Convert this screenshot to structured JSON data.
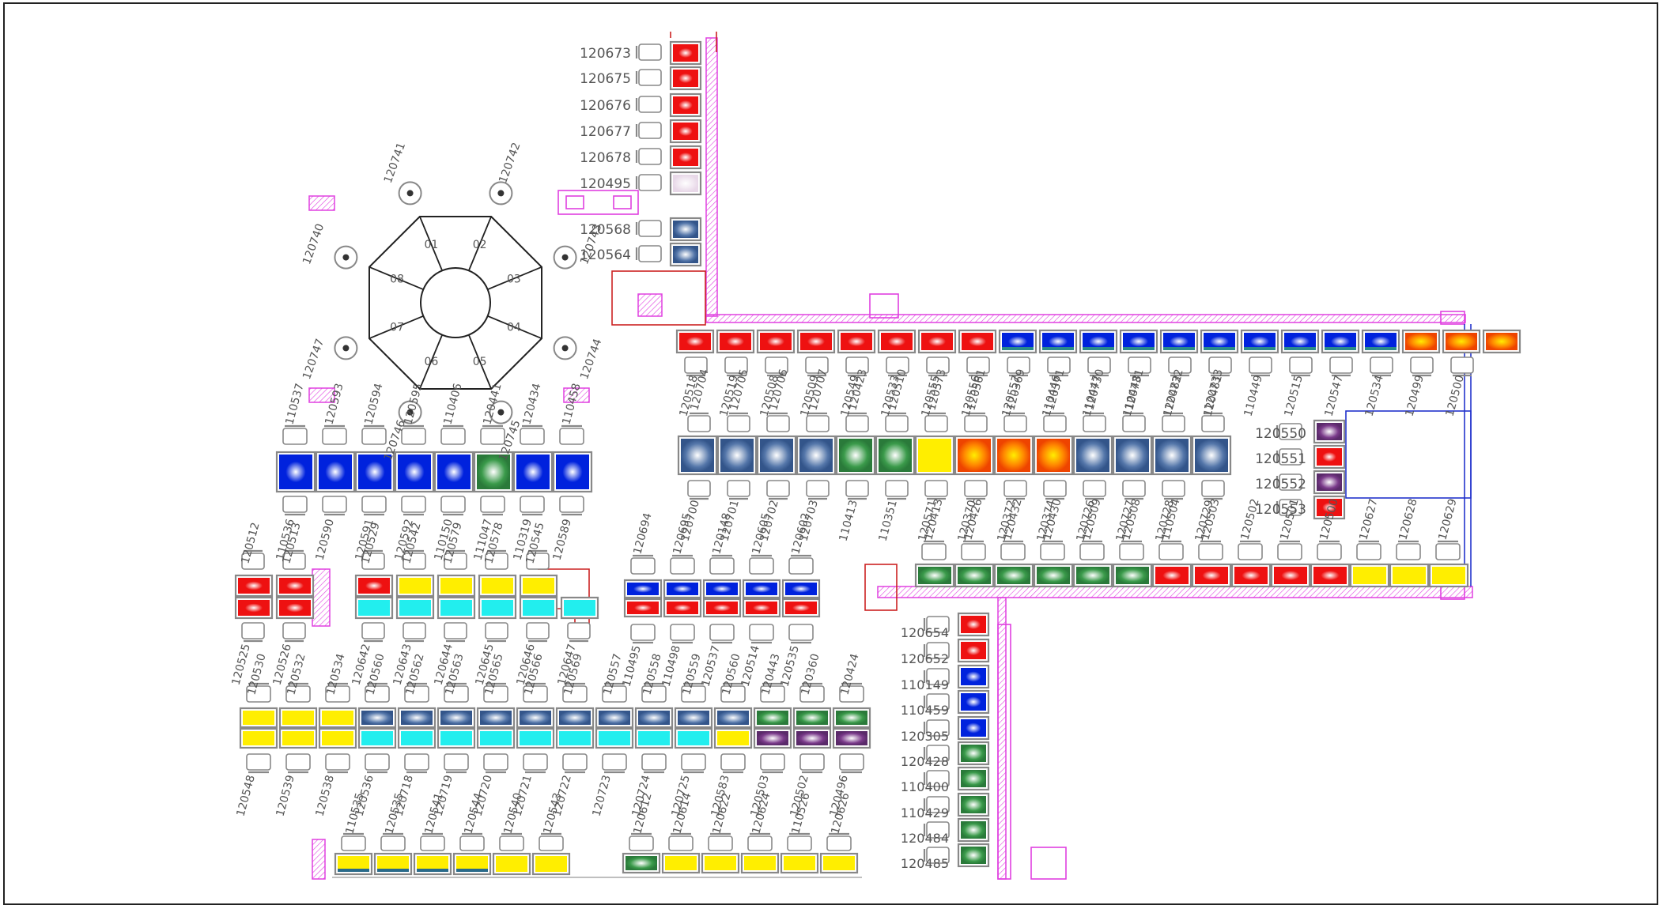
{
  "colors": {
    "wall": "#e040e0",
    "red_line": "#cc2222",
    "blue_line": "#2233cc",
    "seat": "#888888",
    "blue": "#0022dd",
    "red": "#ee1111",
    "green": "#3a9a4a",
    "yellow": "#ffee00",
    "cyan": "#22eeee",
    "purple": "#7a3a8a",
    "magenta": "#ff22dd",
    "orange": "#ff8800",
    "steel": "#5577aa"
  },
  "left_column": {
    "labels": [
      "120673",
      "120675",
      "120676",
      "120677",
      "120678",
      "120495",
      "120568",
      "120564"
    ],
    "fills": [
      "red",
      "red",
      "red",
      "red",
      "red",
      "white",
      "steel",
      "steel"
    ]
  },
  "round_table": {
    "segments": [
      "01",
      "02",
      "03",
      "04",
      "05",
      "06",
      "07",
      "08"
    ],
    "seats": [
      "120741",
      "120742",
      "120743",
      "120744",
      "120745",
      "120746",
      "120747",
      "120740"
    ]
  },
  "top_row": {
    "fills": [
      "red",
      "red",
      "red",
      "red",
      "red",
      "red",
      "red",
      "red",
      "blue",
      "blue",
      "blue",
      "blue",
      "blue",
      "blue",
      "blue",
      "blue",
      "blue",
      "blue",
      "orange",
      "orange",
      "orange"
    ],
    "labels": [
      "120518",
      "120519",
      "120508",
      "120509",
      "120549",
      "120533",
      "120555",
      "120556",
      "120557",
      "110446",
      "110447",
      "110448",
      "120482",
      "120481",
      "110449",
      "120515",
      "120547",
      "120534",
      "120499",
      "120500"
    ]
  },
  "mid_right": {
    "top_labels": [
      "120704",
      "120705",
      "120706",
      "120707",
      "120423",
      "120510",
      "120573",
      "120561",
      "120369",
      "120371",
      "120730",
      "120731",
      "120732",
      "120733"
    ],
    "bottom_labels": [
      "120700",
      "120701",
      "120702",
      "120703",
      "110413",
      "110351",
      "120571",
      "120370",
      "120372",
      "120374",
      "120726",
      "120727",
      "120728",
      "120729"
    ],
    "fills": [
      "steel",
      "steel",
      "steel",
      "steel",
      "green",
      "green",
      "yellow",
      "orange",
      "orange",
      "orange",
      "steel",
      "steel",
      "steel",
      "steel"
    ]
  },
  "side_stack": {
    "labels": [
      "120550",
      "120551",
      "120552",
      "120553"
    ]
  },
  "left_block": {
    "top_labels": [
      "110537",
      "120593",
      "120594",
      "120595",
      "110406",
      "120441",
      "120434",
      "110458"
    ],
    "bottom_labels": [
      "110536",
      "120590",
      "120591",
      "120592",
      "110150",
      "111047",
      "110319",
      "120589"
    ],
    "fills": [
      "blue",
      "blue",
      "blue",
      "blue",
      "blue",
      "green",
      "blue",
      "blue"
    ]
  },
  "right_lower": {
    "top_labels": [
      "120413",
      "120426",
      "120432",
      "120430",
      "120509",
      "120508",
      "110504",
      "120503",
      "120502",
      "120501",
      "120500",
      "120627",
      "120628",
      "120629"
    ],
    "fills": [
      "green",
      "green",
      "green",
      "green",
      "green",
      "green",
      "red",
      "red",
      "red",
      "red",
      "red",
      "yellow",
      "yellow",
      "yellow"
    ]
  },
  "row3_left": {
    "top_labels": [
      "120512",
      "120513",
      "120529",
      "120542",
      "120579",
      "120578",
      "120545"
    ],
    "bottom_labels": [
      "120525",
      "120526",
      "120642",
      "120643",
      "120644",
      "120645",
      "120646",
      "120647"
    ],
    "top_fills": [
      "red",
      "red",
      "red",
      "yellow",
      "yellow",
      "yellow",
      "yellow"
    ],
    "bottom_fills": [
      "red",
      "red",
      "cyan",
      "cyan",
      "cyan",
      "cyan",
      "cyan",
      "cyan"
    ]
  },
  "row3_right": {
    "top_labels": [
      "120694",
      "120695",
      "120148",
      "120605",
      "120602"
    ],
    "bottom_labels": [
      "110495",
      "110498",
      "120537",
      "120514",
      "120535"
    ]
  },
  "row4": {
    "top_labels": [
      "120530",
      "120532",
      "120534",
      "120560",
      "120562",
      "120563",
      "120565",
      "120566",
      "120569",
      "120557",
      "120558",
      "120559",
      "120560",
      "120443",
      "120360",
      "120424"
    ],
    "bottom_labels": [
      "120548",
      "120539",
      "120538",
      "120536",
      "120718",
      "120719",
      "120720",
      "120721",
      "120722",
      "120723",
      "120724",
      "120725",
      "120583",
      "120503",
      "120502",
      "120496"
    ],
    "top_fills": [
      "yellow",
      "yellow",
      "yellow",
      "steel",
      "steel",
      "steel",
      "steel",
      "steel",
      "steel",
      "steel",
      "steel",
      "steel",
      "steel",
      "green",
      "green",
      "green"
    ],
    "bottom_fills": [
      "yellow",
      "yellow",
      "yellow",
      "cyan",
      "cyan",
      "cyan",
      "cyan",
      "cyan",
      "cyan",
      "cyan",
      "cyan",
      "cyan",
      "yellow",
      "purple",
      "purple",
      "purple"
    ]
  },
  "row5_left": {
    "labels": [
      "110535",
      "120535",
      "120541",
      "120544",
      "120540",
      "120543"
    ]
  },
  "row5_right": {
    "labels": [
      "120612",
      "120614",
      "120622",
      "120624",
      "110526",
      "120626"
    ]
  },
  "vertical_right": {
    "labels": [
      "120654",
      "120652",
      "110149",
      "110459",
      "120305",
      "120428",
      "110400",
      "110429",
      "120484",
      "120485"
    ],
    "fills": [
      "red",
      "red",
      "blue",
      "blue",
      "blue",
      "green",
      "green",
      "green",
      "green",
      "green"
    ]
  }
}
